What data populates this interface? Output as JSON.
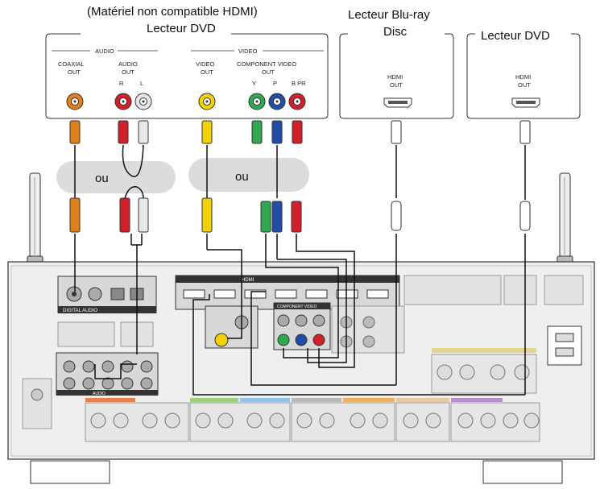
{
  "titles": {
    "dvd_non_hdmi_line1": "(Matériel non compatible HDMI)",
    "dvd_non_hdmi_line2": "Lecteur DVD",
    "bluray_line1": "Lecteur Blu-ray",
    "bluray_line2": "Disc",
    "dvd_hdmi": "Lecteur DVD"
  },
  "dvd_box": {
    "audio_group": "AUDIO",
    "video_group": "VIDEO",
    "coaxial_line1": "COAXIAL",
    "coaxial_line2": "OUT",
    "audio_out_line1": "AUDIO",
    "audio_out_line2": "OUT",
    "audio_r": "R",
    "audio_l": "L",
    "video_out_line1": "VIDEO",
    "video_out_line2": "OUT",
    "component_line1": "COMPONENT VIDEO",
    "component_line2": "OUT",
    "comp_y": "Y",
    "comp_pb": "P",
    "comp_pr": "B PR"
  },
  "bluray_box": {
    "hdmi_line1": "HDMI",
    "hdmi_line2": "OUT"
  },
  "dvd_hdmi_box": {
    "hdmi_line1": "HDMI",
    "hdmi_line2": "OUT"
  },
  "bubbles": {
    "left": "ou",
    "right": "ou"
  },
  "receiver": {
    "digital_audio": "DIGITAL AUDIO",
    "hdmi_panel": "HDMI",
    "component_video": "COMPONENT VIDEO",
    "audio_section": "AUDIO"
  },
  "colors": {
    "coaxial": "#e0801a",
    "red": "#d2202a",
    "white": "#e8e8e8",
    "yellow": "#f2d200",
    "green": "#2fa84f",
    "blue": "#1f4ea8",
    "line": "#111111",
    "bubble": "#dcdcdc"
  }
}
